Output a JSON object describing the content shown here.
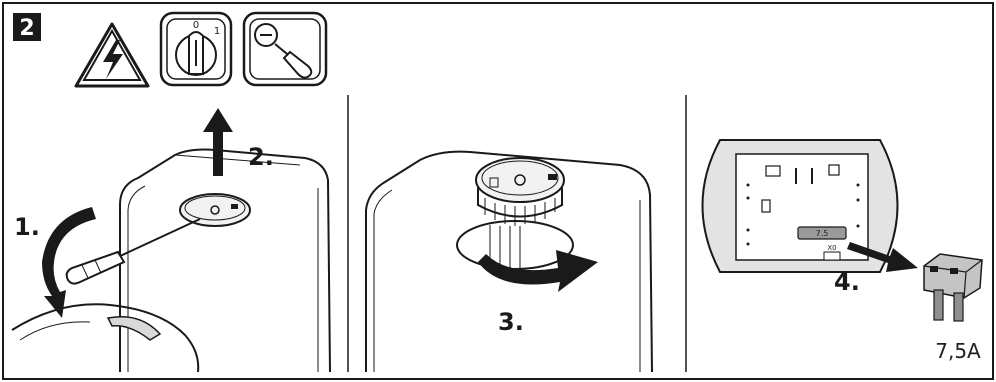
{
  "figure_number": "2",
  "switch_labels": {
    "off": "0",
    "on": "1"
  },
  "steps": [
    {
      "number": "1."
    },
    {
      "number": "2."
    },
    {
      "number": "3."
    },
    {
      "number": "4."
    }
  ],
  "fuse": {
    "holder_value": "7.5",
    "connector_label": "X0",
    "rating": "7,5A"
  },
  "icons": [
    "electric-hazard-warning-icon",
    "rotary-main-switch-icon",
    "screwdriver-icon"
  ],
  "colors": {
    "line": "#1a1a1a",
    "panel_bg": "#ffffff",
    "shade": "#d9d9d9",
    "fuse_body": "#bfbfbf"
  }
}
